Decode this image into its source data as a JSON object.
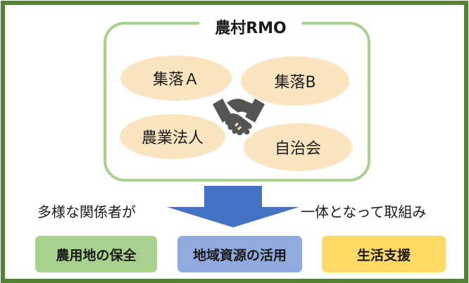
{
  "diagram": {
    "title": "農村RMO",
    "members": [
      "集落Ａ",
      "集落B",
      "農業法人",
      "自治会"
    ],
    "left_caption": "多様な関係者が",
    "right_caption": "一体となって取組み",
    "activities": [
      "農用地の保全",
      "地域資源の活用",
      "生活支援"
    ]
  },
  "colors": {
    "frame": "#548235",
    "rmo_border": "#a9d18e",
    "member_fill": "#fbe5c0",
    "arrow": "#4472c4",
    "activity_1": "#a9d18e",
    "activity_2": "#8faadc",
    "activity_3": "#ffd966"
  },
  "icons": {
    "center": "handshake-icon"
  }
}
